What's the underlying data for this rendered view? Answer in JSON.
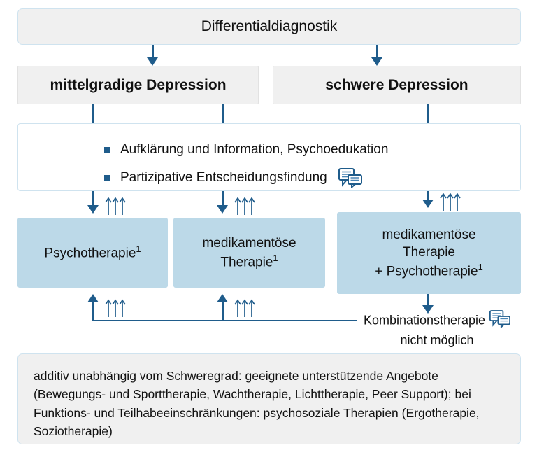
{
  "title": {
    "label": "Differentialdiagnostik"
  },
  "severity": {
    "moderate": "mittelgradige Depression",
    "severe": "schwere Depression"
  },
  "info": {
    "bullets": [
      "Aufklärung und Information, Psychoedukation",
      "Partizipative Entscheidungsfindung"
    ],
    "icon": "speech-bubbles-icon"
  },
  "treatments": [
    {
      "line1": "Psychotherapie",
      "line2": "",
      "line3": "",
      "footnote_marker": "1"
    },
    {
      "line1": "medikamentöse",
      "line2": "Therapie",
      "line3": "",
      "footnote_marker": "1"
    },
    {
      "line1": "medikamentöse",
      "line2": "Therapie",
      "line3": "+ Psychotherapie",
      "footnote_marker": "1"
    }
  ],
  "combination": {
    "line1": "Kombinationstherapie",
    "line2": "nicht möglich",
    "icon": "speech-bubbles-icon"
  },
  "footnote": {
    "text": "additiv unabhängig vom Schweregrad: geeignete unterstützende Angebote (Bewegungs- und Sporttherapie, Wachtherapie, Lichttherapie, Peer Support); bei Funktions- und Teilhabeeinschränkungen: psychosoziale Therapien (Ergotherapie, Soziotherapie)"
  },
  "symbols": {
    "recommendation_strength": "triple-up-arrow-icon",
    "flow_down": "arrow-down-icon",
    "flow_up": "arrow-up-icon"
  },
  "colors": {
    "accent": "#1f5c8b",
    "treatment_box": "#bcd9e8",
    "header_box": "#f0f0f0",
    "border": "#cfe3ef"
  }
}
